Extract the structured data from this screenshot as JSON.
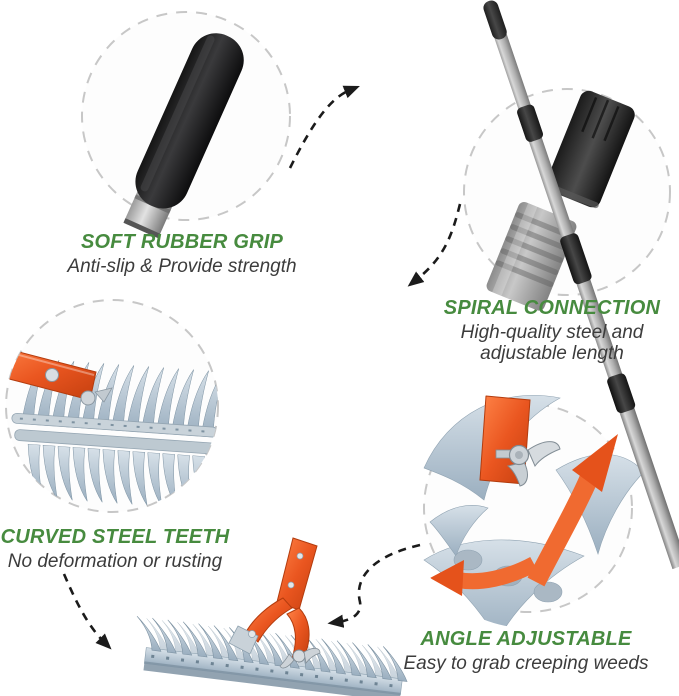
{
  "features": {
    "grip": {
      "title": "SOFT RUBBER GRIP",
      "subtitle": "Anti-slip & Provide strength"
    },
    "connection": {
      "title": "SPIRAL CONNECTION",
      "subtitle": "High-quality steel and adjustable length"
    },
    "teeth": {
      "title": "CURVED STEEL TEETH",
      "subtitle": "No deformation or rusting"
    },
    "angle": {
      "title": "ANGLE ADJUSTABLE",
      "subtitle": "Easy to grab creeping weeds"
    }
  },
  "colors": {
    "feature_title_green": "#478B3F",
    "feature_subtitle_gray": "#3C3C3C",
    "tool_orange": "#ED5A24",
    "steel_blue_gray": "#A9BAC8",
    "grip_black": "#1E1E20",
    "pole_silver": "#B9B9B9",
    "dashed_outline_gray": "#C7C7C7",
    "arrow_black": "#1B1B1B",
    "background": "#FFFFFF"
  },
  "icons": {
    "arrows": [
      "dashed-arrow-grip-to-pole",
      "dashed-arrow-connection-to-pole",
      "dashed-arrow-text-to-teeth",
      "dashed-arrow-angle-to-head"
    ]
  }
}
